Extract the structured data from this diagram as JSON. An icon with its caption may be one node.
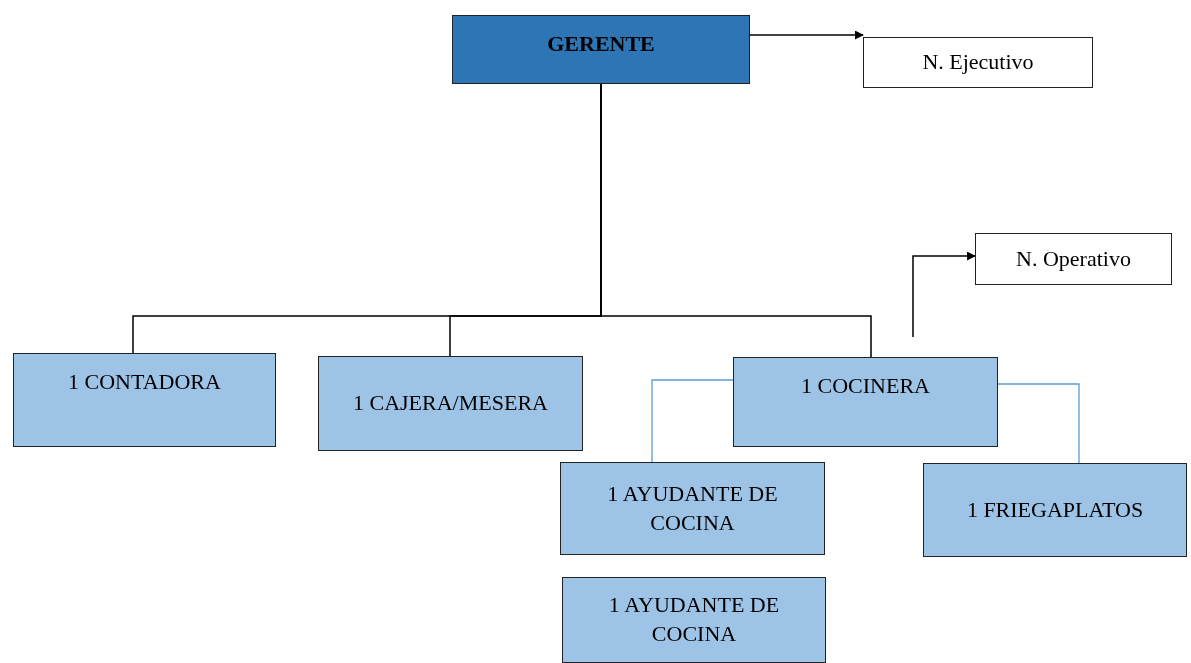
{
  "diagram": {
    "nodes": [
      {
        "text": [
          "GERENTE"
        ]
      },
      {
        "text": [
          "N. Ejecutivo"
        ]
      },
      {
        "text": [
          "N. Operativo"
        ]
      },
      {
        "text": [
          "1 CONTADORA"
        ]
      },
      {
        "text": [
          "1 CAJERA/MESERA"
        ]
      },
      {
        "text": [
          "1 COCINERA"
        ]
      },
      {
        "text": [
          "1 AYUDANTE DE COCINA"
        ]
      },
      {
        "text": [
          "1 FRIEGAPLATOS"
        ]
      },
      {
        "text": [
          "1 AYUDANTE DE COCINA"
        ]
      }
    ],
    "edges": [
      {
        "from": 0,
        "to": 1,
        "arrow": "to"
      },
      {
        "from": 0,
        "to": 3,
        "arrow": "none"
      },
      {
        "from": 0,
        "to": 4,
        "arrow": "none"
      },
      {
        "from": 0,
        "to": 5,
        "arrow": "none"
      },
      {
        "from": null,
        "to": 2,
        "arrow": "to"
      },
      {
        "from": 5,
        "to": 6,
        "arrow": "none",
        "color": "#5b9bd5"
      },
      {
        "from": 5,
        "to": 7,
        "arrow": "none",
        "color": "#5b9bd5"
      }
    ]
  }
}
